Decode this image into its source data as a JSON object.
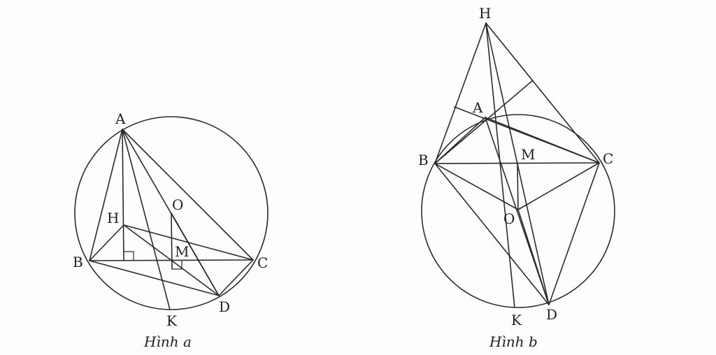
{
  "figure_a": {
    "caption": "Hình a",
    "labels": {
      "A": "A",
      "B": "B",
      "C": "C",
      "D": "D",
      "H": "H",
      "K": "K",
      "M": "M",
      "O": "O"
    }
  },
  "figure_b": {
    "caption": "Hình b",
    "labels": {
      "A": "A",
      "B": "B",
      "C": "C",
      "D": "D",
      "H": "H",
      "K": "K",
      "M": "M",
      "O": "O"
    }
  },
  "colors": {
    "ink": "#2b2b2b",
    "paper": "#fdfdfb"
  }
}
